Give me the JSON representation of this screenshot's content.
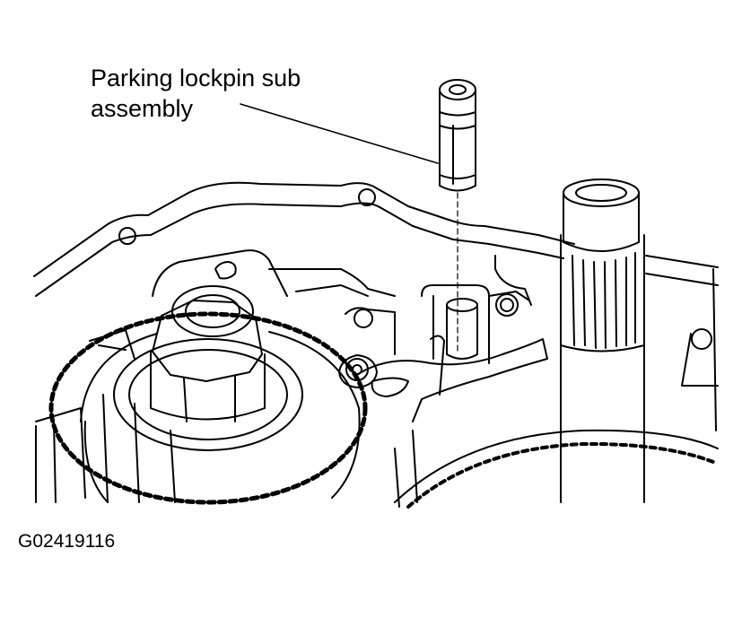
{
  "figure": {
    "callout_line1": "Parking lockpin sub",
    "callout_line2": "assembly",
    "figure_id": "G02419116"
  },
  "colors": {
    "ink": "#000000",
    "paper": "#ffffff"
  }
}
